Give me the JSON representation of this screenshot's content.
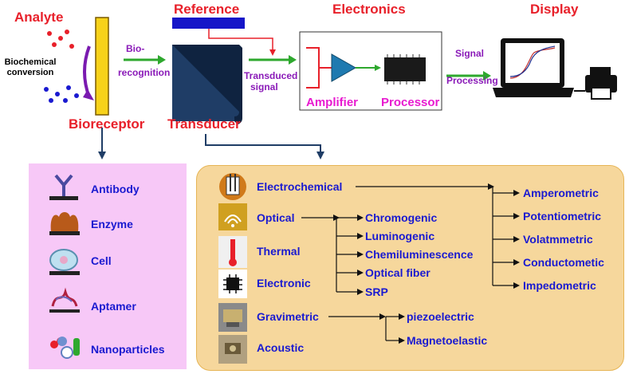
{
  "headers": {
    "analyte": "Analyte",
    "reference": "Reference",
    "electronics": "Electronics",
    "display": "Display",
    "bioreceptor": "Bioreceptor",
    "transducer": "Transducer"
  },
  "flow": {
    "biochemical": "Biochemical",
    "conversion": "conversion",
    "bio": "Bio-",
    "recognition": "recognition",
    "transduced": "Transduced",
    "signal": "signal",
    "amplifier": "Amplifier",
    "processor": "Processor",
    "signal2": "Signal",
    "processing": "Processing"
  },
  "bioreceptors": [
    "Antibody",
    "Enzyme",
    "Cell",
    "Aptamer",
    "Nanoparticles"
  ],
  "transducers": [
    "Electrochemical",
    "Optical",
    "Thermal",
    "Electronic",
    "Gravimetric",
    "Acoustic"
  ],
  "optical_types": [
    "Chromogenic",
    "Luminogenic",
    "Chemiluminescence",
    "Optical fiber",
    "SRP"
  ],
  "electrochemical_types": [
    "Amperometric",
    "Potentiometric",
    "Volatmmetric",
    "Conductometic",
    "Impedometric"
  ],
  "gravimetric_types": [
    "piezoelectric",
    "Magnetoelastic"
  ],
  "colors": {
    "header_red": "#e8202a",
    "label_blue": "#1a1ad0",
    "flow_purple": "#8a1ab8",
    "arrow_green": "#2ea82e",
    "bioreceptor_box": "#f7c8f7",
    "transducer_box": "#f6d79c",
    "transducer_block": "#1f3d66",
    "reference_bar": "#1515c8"
  }
}
